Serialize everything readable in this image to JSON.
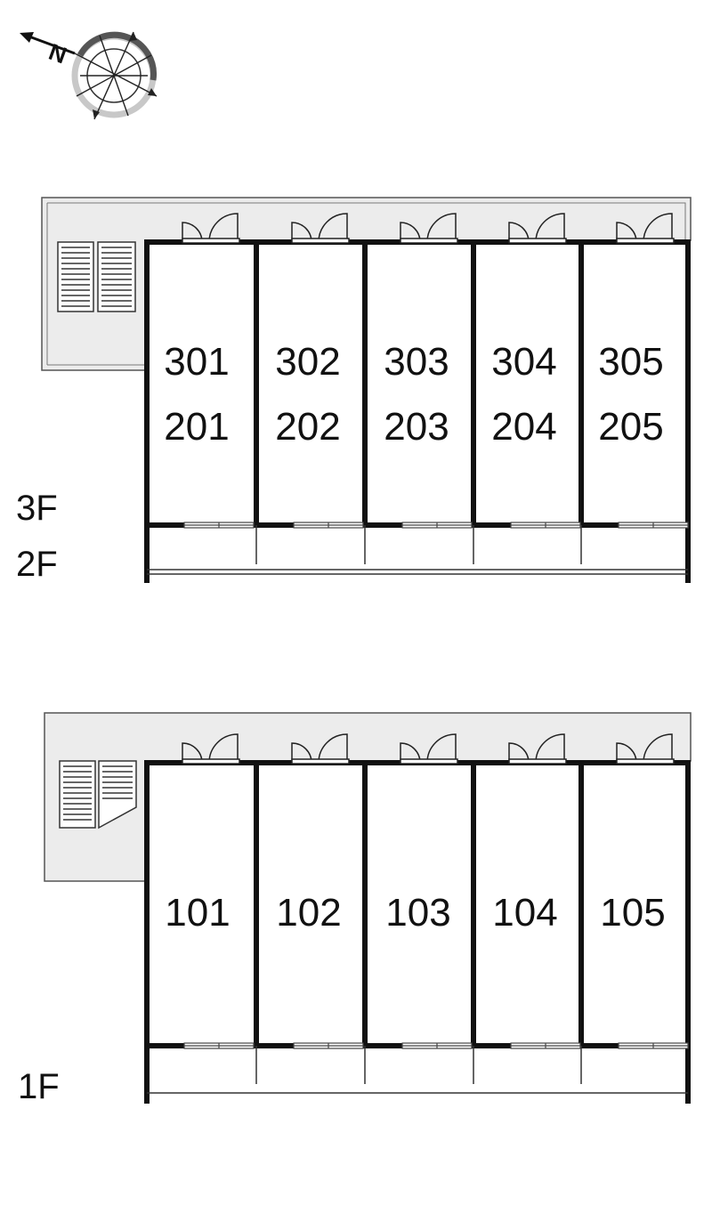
{
  "compass": {
    "north_label": "N"
  },
  "upper_block": {
    "floor_labels": [
      "3F",
      "2F"
    ],
    "rooms_top_row": [
      "301",
      "302",
      "303",
      "304",
      "305"
    ],
    "rooms_bottom_row": [
      "201",
      "202",
      "203",
      "204",
      "205"
    ]
  },
  "lower_block": {
    "floor_labels": [
      "1F"
    ],
    "rooms": [
      "101",
      "102",
      "103",
      "104",
      "105"
    ]
  },
  "colors": {
    "corridor": "#ececec",
    "wall": "#111111",
    "line": "#333333"
  }
}
